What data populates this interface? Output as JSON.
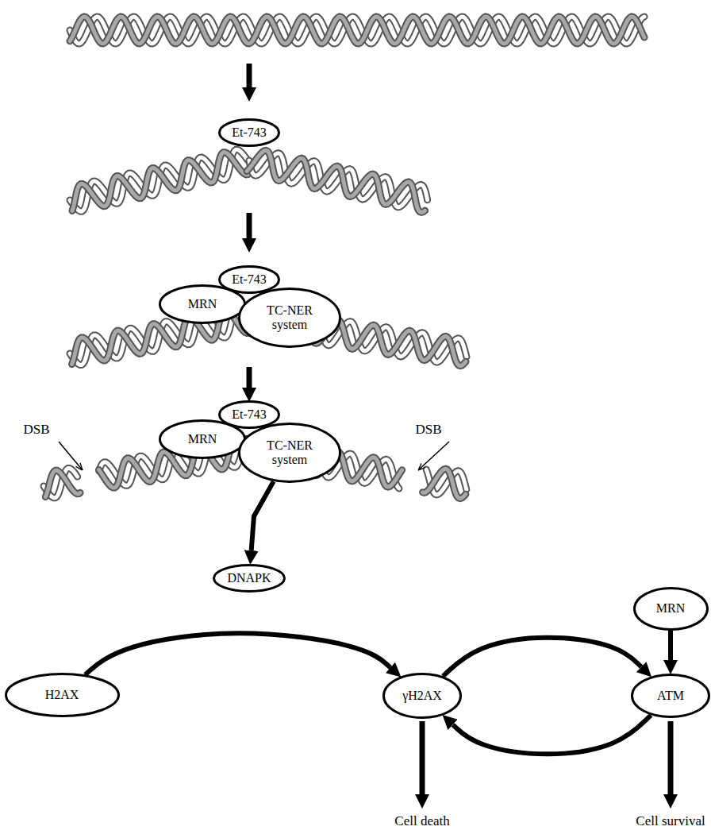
{
  "diagram": {
    "nodes": [
      {
        "text": [
          "Et-743"
        ]
      },
      {
        "text": [
          "Et-743"
        ]
      },
      {
        "text": [
          "MRN"
        ]
      },
      {
        "text": [
          "TC-NER system"
        ]
      },
      {
        "text": [
          "Et-743"
        ]
      },
      {
        "text": [
          "MRN"
        ]
      },
      {
        "text": [
          "TC-NER system"
        ]
      },
      {
        "text": [
          "DNAPK"
        ]
      },
      {
        "text": [
          "H2AX"
        ]
      },
      {
        "text": [
          "γH2AX"
        ]
      },
      {
        "text": [
          "MRN"
        ]
      },
      {
        "text": [
          "ATM"
        ]
      }
    ],
    "edges": [
      {
        "from": 6,
        "to": 7,
        "arrow": "to"
      },
      {
        "from": 8,
        "to": 9,
        "arrow": "to"
      },
      {
        "from": 9,
        "to": 11,
        "arrow": "to"
      },
      {
        "from": 11,
        "to": 9,
        "arrow": "to"
      },
      {
        "from": 10,
        "to": 11,
        "arrow": "to"
      }
    ],
    "labels": [
      "DSB",
      "DSB",
      "Cell death",
      "Cell survival"
    ]
  }
}
